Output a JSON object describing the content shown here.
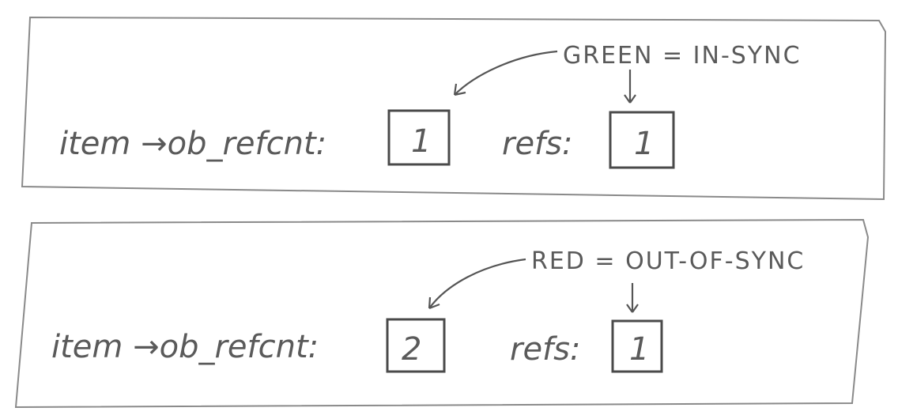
{
  "panels": [
    {
      "legend": "GREEN = IN-SYNC",
      "label_refcnt": "item →ob_refcnt:",
      "refcnt_value": "1",
      "label_refs": "refs:",
      "refs_value": "1"
    },
    {
      "legend": "RED = OUT-OF-SYNC",
      "label_refcnt": "item →ob_refcnt:",
      "refcnt_value": "2",
      "label_refs": "refs:",
      "refs_value": "1"
    }
  ]
}
